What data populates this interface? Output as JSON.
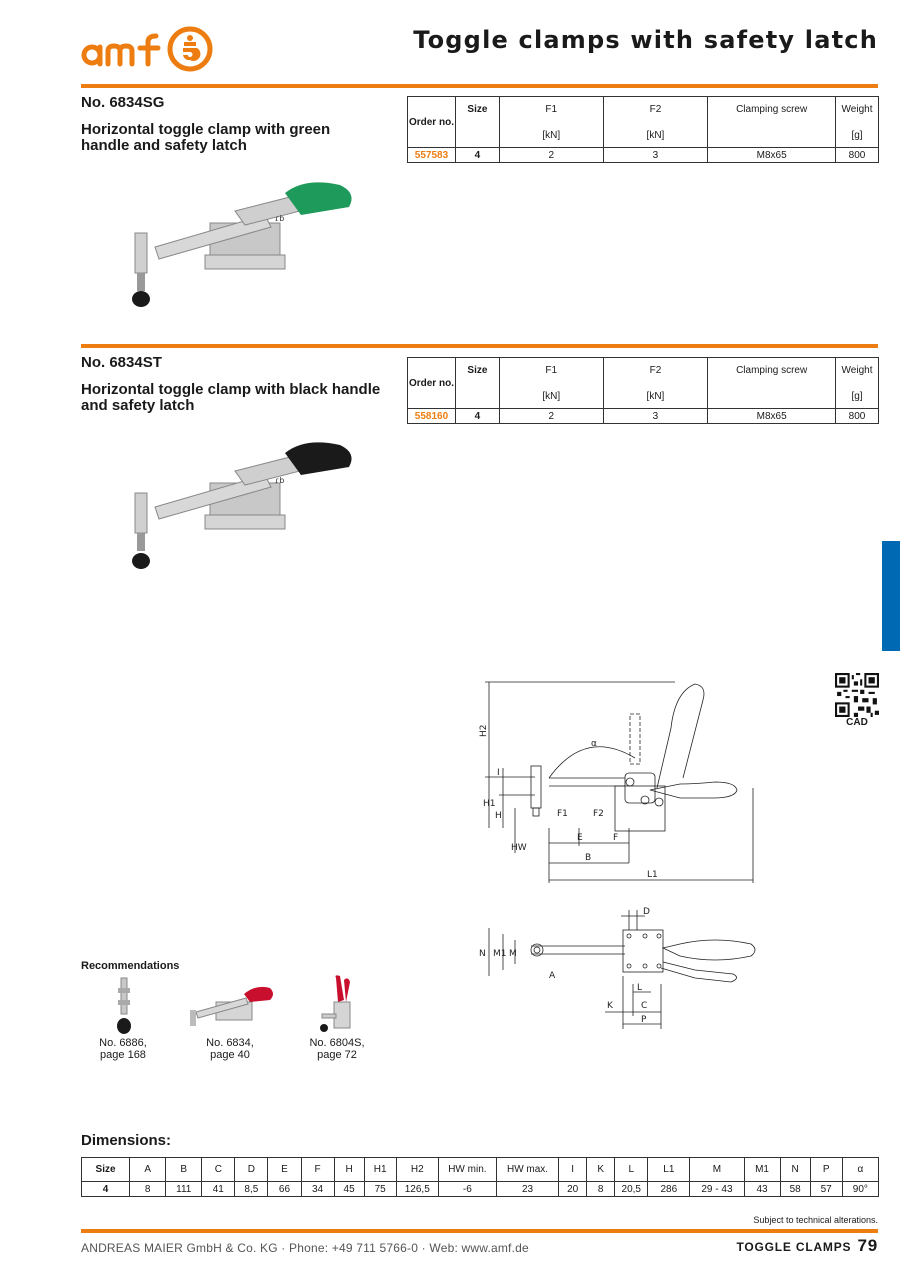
{
  "header": {
    "logo_text": "amf",
    "title": "Toggle clamps with safety latch"
  },
  "products": [
    {
      "number": "No. 6834SG",
      "description": "Horizontal toggle clamp with green handle and safety latch",
      "handle_color": "#1e9a5a",
      "table": {
        "headers": {
          "order": "Order no.",
          "size": "Size",
          "f1": "F1",
          "f1_unit": "[kN]",
          "f2": "F2",
          "f2_unit": "[kN]",
          "screw": "Clamping screw",
          "weight": "Weight",
          "weight_unit": "[g]"
        },
        "row": {
          "order": "557583",
          "size": "4",
          "f1": "2",
          "f2": "3",
          "screw": "M8x65",
          "weight": "800"
        }
      }
    },
    {
      "number": "No. 6834ST",
      "description": "Horizontal toggle clamp with black handle and safety latch",
      "handle_color": "#1a1a1a",
      "table": {
        "headers": {
          "order": "Order no.",
          "size": "Size",
          "f1": "F1",
          "f1_unit": "[kN]",
          "f2": "F2",
          "f2_unit": "[kN]",
          "screw": "Clamping screw",
          "weight": "Weight",
          "weight_unit": "[g]"
        },
        "row": {
          "order": "558160",
          "size": "4",
          "f1": "2",
          "f2": "3",
          "screw": "M8x65",
          "weight": "800"
        }
      }
    }
  ],
  "cad": {
    "label": "CAD"
  },
  "drawing_labels": {
    "side": [
      "H2",
      "H1",
      "I",
      "H",
      "HW",
      "α",
      "F1",
      "F2",
      "E",
      "F",
      "B",
      "L1"
    ],
    "top": [
      "D",
      "N",
      "M1",
      "M",
      "A",
      "L",
      "K",
      "C",
      "P"
    ]
  },
  "recommendations": {
    "title": "Recommendations",
    "items": [
      {
        "line1": "No. 6886,",
        "line2": "page 168"
      },
      {
        "line1": "No. 6834,",
        "line2": "page 40"
      },
      {
        "line1": "No. 6804S,",
        "line2": "page 72"
      }
    ]
  },
  "dimensions": {
    "title": "Dimensions:",
    "headers": [
      "Size",
      "A",
      "B",
      "C",
      "D",
      "E",
      "F",
      "H",
      "H1",
      "H2",
      "HW min.",
      "HW max.",
      "I",
      "K",
      "L",
      "L1",
      "M",
      "M1",
      "N",
      "P",
      "α"
    ],
    "values": [
      "4",
      "8",
      "111",
      "41",
      "8,5",
      "66",
      "34",
      "45",
      "75",
      "126,5",
      "-6",
      "23",
      "20",
      "8",
      "20,5",
      "286",
      "29 - 43",
      "43",
      "58",
      "57",
      "90°"
    ]
  },
  "footer": {
    "note": "Subject to technical alterations.",
    "company": "ANDREAS MAIER GmbH & Co. KG · Phone: +49 711 5766-0 · Web: www.amf.de",
    "section": "TOGGLE CLAMPS",
    "page": "79"
  },
  "colors": {
    "accent": "#ee7d11",
    "tab": "#0069b4"
  }
}
